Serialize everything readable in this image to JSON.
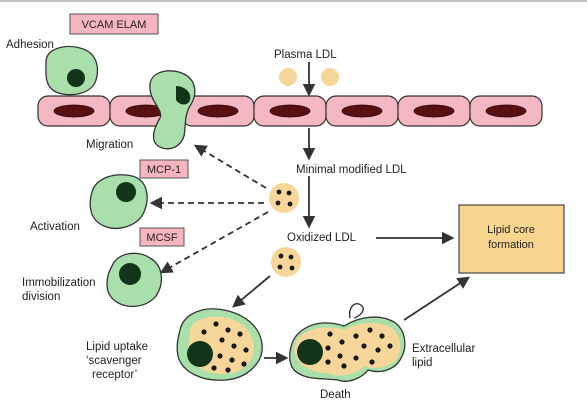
{
  "labels": {
    "vcam_elam": "VCAM ELAM",
    "adhesion": "Adhesion",
    "plasma_ldl": "Plasma LDL",
    "migration": "Migration",
    "mcp1": "MCP-1",
    "minimal_modified_ldl": "Minimal modified LDL",
    "activation": "Activation",
    "mcsf": "MCSF",
    "oxidized_ldl": "Oxidized LDL",
    "lipid_core_line1": "Lipid core",
    "lipid_core_line2": "formation",
    "immob_line1": "Immobilization",
    "immob_line2": "division",
    "uptake_line1": "Lipid uptake",
    "uptake_line2": "‘scavenger",
    "uptake_line3": "receptor’",
    "death": "Death",
    "extracellular_line1": "Extracellular",
    "extracellular_line2": "lipid"
  },
  "colors": {
    "endothelium_fill": "#f4b8c3",
    "endothelium_nucleus": "#5a0f12",
    "monocyte_fill": "#a9dfaa",
    "nucleus": "#123418",
    "ldl_fill": "#f7d799",
    "box_pink": "#f7b5bf",
    "box_core": "#f8d58f",
    "arrow": "#333333"
  }
}
